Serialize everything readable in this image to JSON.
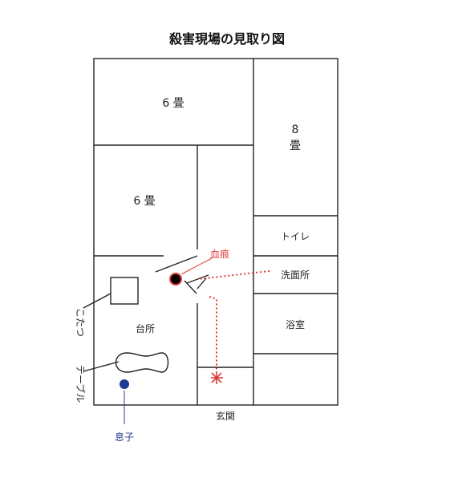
{
  "title": "殺害現場の見取り図",
  "rooms": {
    "upper_six": "6 畳",
    "middle_six": "6 畳",
    "eight_num": "8",
    "eight_unit": "畳",
    "toilet": "トイレ",
    "washroom": "洗面所",
    "bathroom": "浴室",
    "kitchen": "台所",
    "entrance": "玄関"
  },
  "labels": {
    "blood": "血痕",
    "kotatsu": "こたつ",
    "table": "テーブル",
    "son": "息子"
  },
  "colors": {
    "wall": "#222222",
    "blood": "#e03a3a",
    "son": "#1f3a93"
  }
}
